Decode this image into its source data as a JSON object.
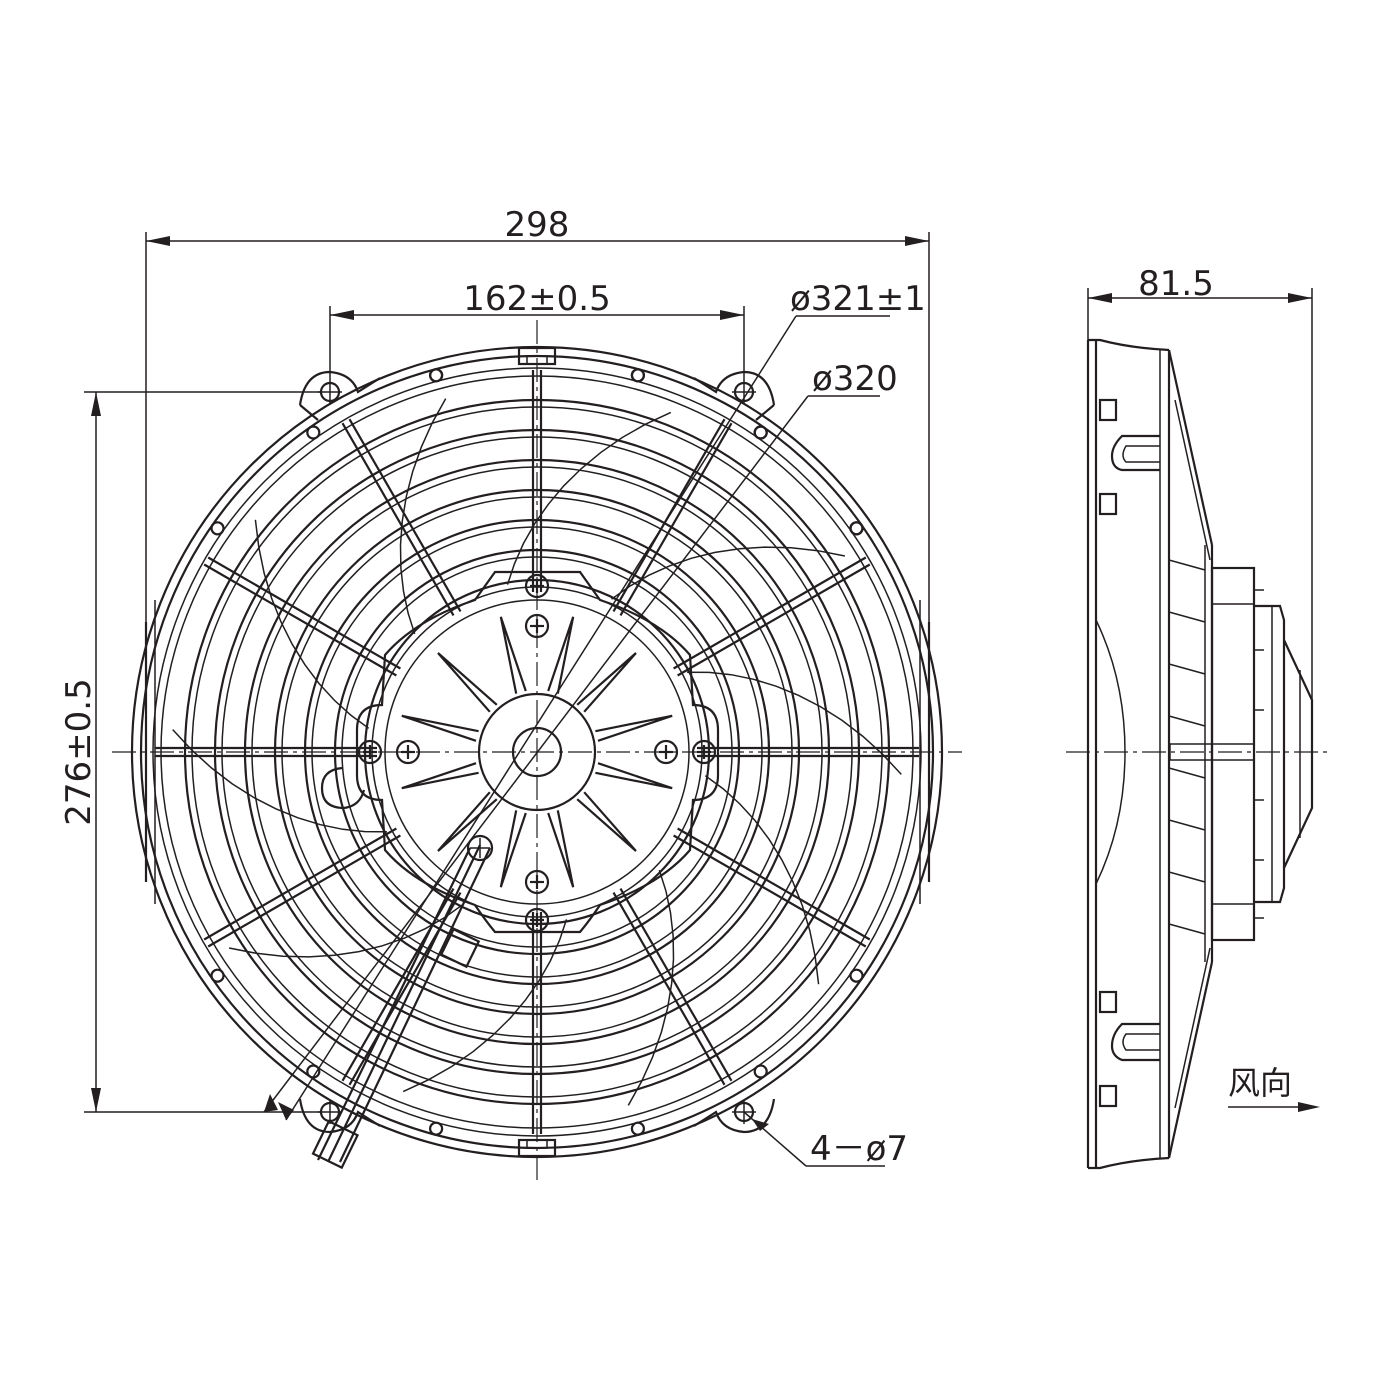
{
  "drawing": {
    "stroke_color": "#231f20",
    "background": "#ffffff"
  },
  "dimensions": {
    "overall_width": "298",
    "hole_spacing": "162±0.5",
    "diameter_outer": "ø321±1",
    "diameter_inner": "ø320",
    "hole_spec": "4－ø7",
    "vertical_height": "276±0.5",
    "depth": "81.5"
  },
  "labels": {
    "airflow_direction": "风向"
  }
}
